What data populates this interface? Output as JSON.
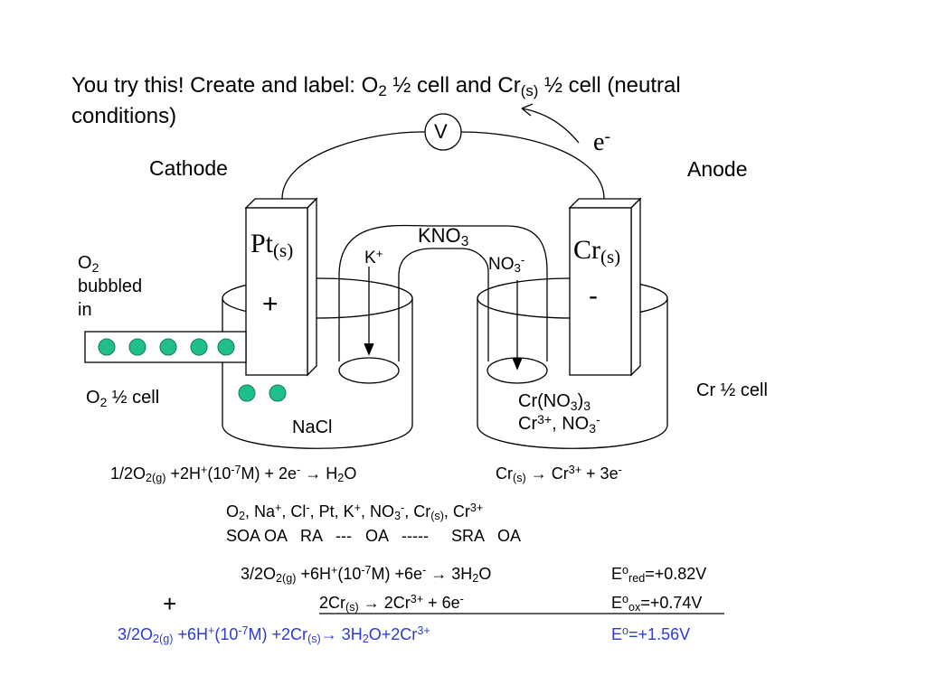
{
  "title": {
    "l1_a": "You try this!  Create and label: O",
    "l1_sub1": "2",
    "l1_b": " ½ cell and Cr",
    "l1_sub2": "(s)",
    "l1_c": " ½ cell (neutral",
    "l2": "conditions)"
  },
  "voltmeter_label": "V",
  "electron": {
    "base": "e",
    "sup": "-"
  },
  "cathode_label": "Cathode",
  "anode_label": "Anode",
  "cathode_electrode": {
    "base": "Pt",
    "sub": "(s)",
    "sign": "+"
  },
  "anode_electrode": {
    "base": "Cr",
    "sub": "(s)",
    "sign": "-"
  },
  "salt_bridge": {
    "label_base": "KNO",
    "label_sub": "3",
    "cation_base": "K",
    "cation_sup": "+",
    "anion_base": "NO",
    "anion_sub": "3",
    "anion_sup": "-"
  },
  "o2_bubbled": {
    "l1_base": "O",
    "l1_sub": "2",
    "l2": "bubbled",
    "l3": "in"
  },
  "o2_half_cell": {
    "base": "O",
    "sub": "2",
    "rest": " ½ cell"
  },
  "cr_half_cell": "Cr ½ cell",
  "left_solution": "NaCl",
  "right_solution": {
    "l1_a": "Cr(NO",
    "l1_sub": "3",
    "l1_b": ")",
    "l1_sub2": "3",
    "l2_a": "Cr",
    "l2_sup": "3+",
    "l2_b": ", NO",
    "l2_sub": "3",
    "l2_sup2": "-"
  },
  "half_reactions": {
    "cathode": {
      "a": "1/2O",
      "b": "2(g)",
      "c": " +2H",
      "d": "+",
      "e": "(10",
      "f": "-7",
      "g": "M) + 2e",
      "h": "-",
      "i": " → H",
      "j": "2",
      "k": "O"
    },
    "anode": {
      "a": "Cr",
      "b": "(s)",
      "c": " → Cr",
      "d": "3+",
      "e": " + 3e",
      "f": "-"
    }
  },
  "species": {
    "row1": {
      "a": "O",
      "a_sub": "2",
      "b": ",   Na",
      "b_sup": "+",
      "c": ",  Cl",
      "c_sup": "-",
      "d": ",   Pt,   K",
      "d_sup": "+",
      "e": ",   NO",
      "e_sub": "3",
      "e_sup": "-",
      "f": ",  Cr",
      "f_sub": "(s)",
      "g": ",   Cr",
      "g_sup": "3+"
    },
    "row2": "SOA OA   RA   ---   OA   -----     SRA   OA"
  },
  "reduction": {
    "eq": {
      "a": "3/2O",
      "b": "2(g)",
      "c": " +6H",
      "d": "+",
      "e": "(10",
      "f": "-7",
      "g": "M) +6e",
      "h": "-",
      "i": " → 3H",
      "j": "2",
      "k": "O"
    },
    "e": {
      "a": "E",
      "b": "o",
      "c": "red",
      "d": "=+0.82V"
    }
  },
  "oxidation": {
    "plus": "+",
    "eq": {
      "a": "2Cr",
      "b": "(s)",
      "c": " → 2Cr",
      "d": "3+",
      "e": " + 6e",
      "f": "-"
    },
    "e": {
      "a": "E",
      "b": "o",
      "c": "ox",
      "d": "=+0.74V"
    }
  },
  "overall": {
    "eq": {
      "a": "3/2O",
      "b": "2(g)",
      "c": " +6H",
      "d": "+",
      "e": "(10",
      "f": "-7",
      "g": "M) +2Cr",
      "h": "(s)",
      "i": "→ 3H",
      "j": "2",
      "k": "O+2Cr",
      "l": "3+"
    },
    "e": {
      "a": "E",
      "b": "o",
      "c": "=+1.56V"
    }
  },
  "colors": {
    "bubble_fill": "#1fbf8a",
    "overall_text": "#2b3bd6"
  }
}
